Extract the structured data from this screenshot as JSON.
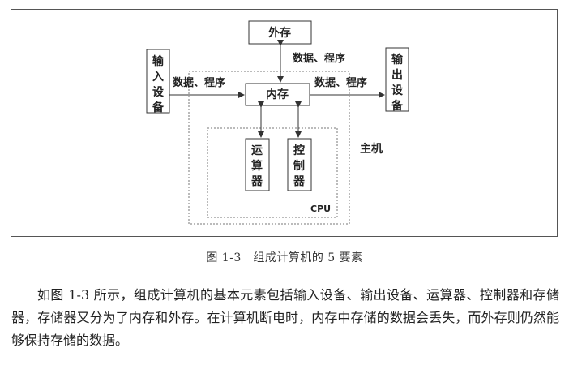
{
  "diagram": {
    "boxes": {
      "external_storage": "外存",
      "input_device": "输入设备",
      "output_device": "输出设备",
      "memory": "内存",
      "alu": "运算器",
      "controller": "控制器"
    },
    "groups": {
      "host": "主机",
      "cpu": "CPU"
    },
    "flow_labels": {
      "input_flow": "数据、程序",
      "storage_flow": "数据、程序",
      "output_flow": "数据、程序"
    }
  },
  "caption": "图 1-3　组成计算机的 5 要素",
  "paragraph": "如图 1-3 所示，组成计算机的基本元素包括输入设备、输出设备、运算器、控制器和存储器，存储器又分为了内存和外存。在计算机断电时，内存中存储的数据会丢失，而外存则仍然能够保持存储的数据。"
}
